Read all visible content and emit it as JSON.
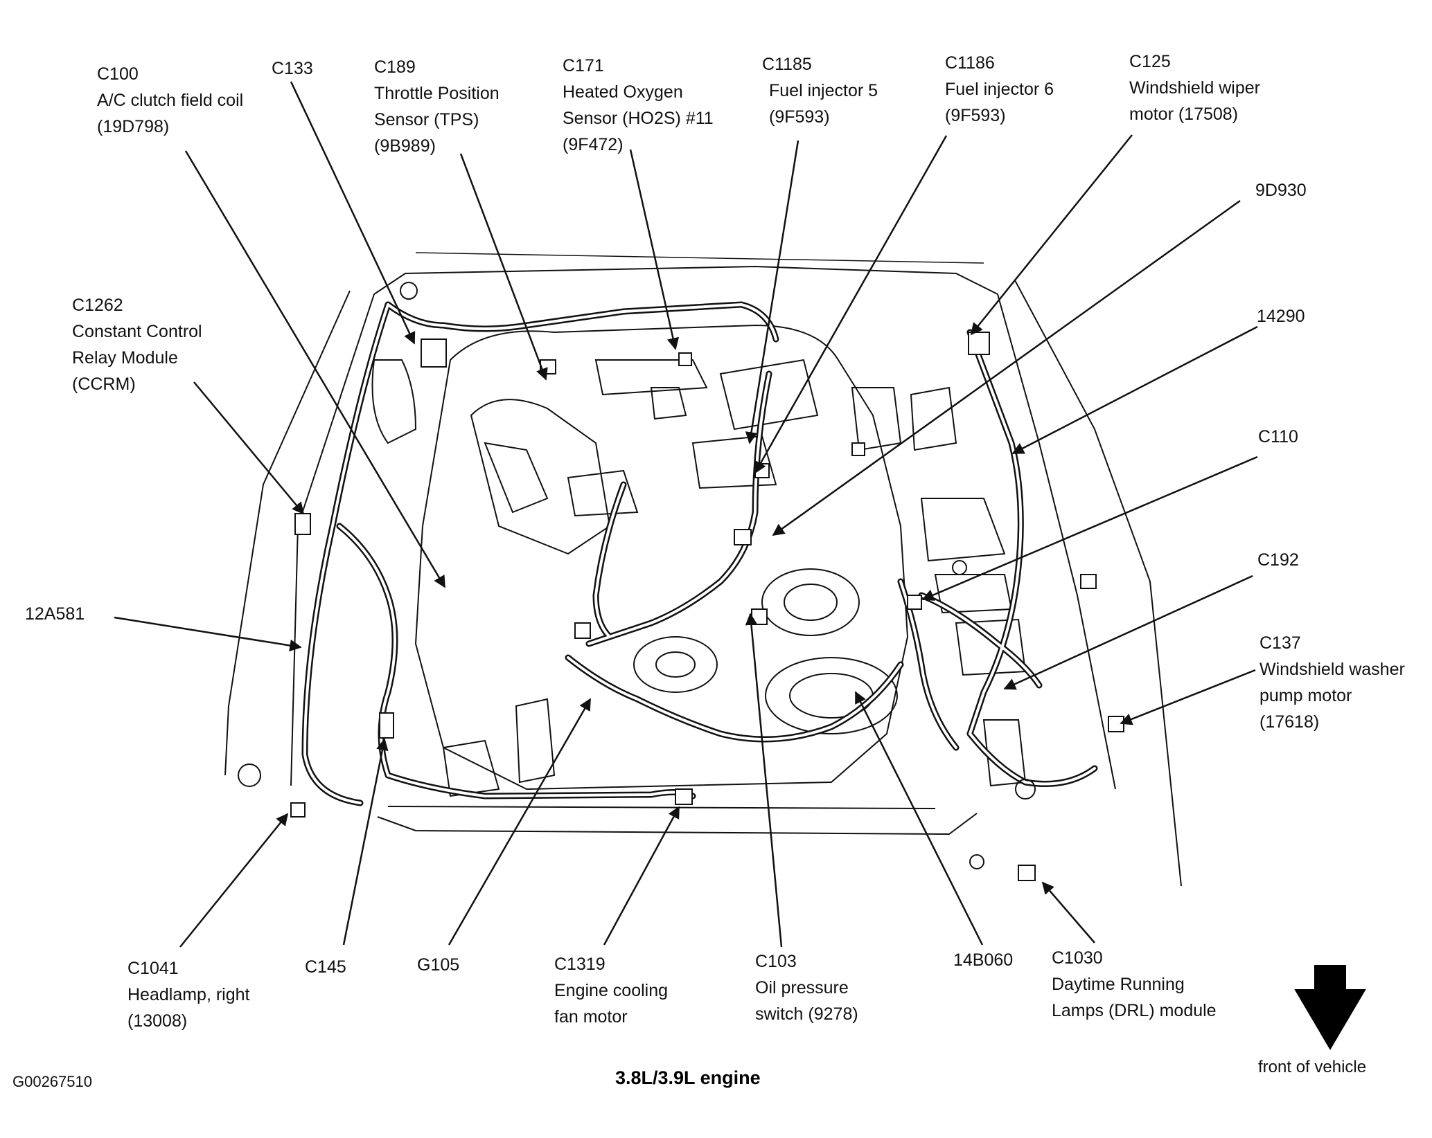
{
  "caption": "3.8L/3.9L engine",
  "figure_id": "G00267510",
  "front_label": "front of vehicle",
  "callouts": {
    "c100": [
      "C100",
      "A/C clutch field coil",
      "(19D798)"
    ],
    "c133": [
      "C133"
    ],
    "c189": [
      "C189",
      "Throttle Position",
      "Sensor (TPS)",
      "(9B989)"
    ],
    "c171": [
      "C171",
      "Heated Oxygen",
      "Sensor (HO2S) #11",
      "(9F472)"
    ],
    "c1185": [
      "C1185",
      "Fuel injector 5",
      "(9F593)"
    ],
    "c1186": [
      "C1186",
      "Fuel injector 6",
      "(9F593)"
    ],
    "c125": [
      "C125",
      "Windshield wiper",
      "motor (17508)"
    ],
    "n9d930": [
      "9D930"
    ],
    "n14290": [
      "14290"
    ],
    "c110": [
      "C110"
    ],
    "c192": [
      "C192"
    ],
    "c137": [
      "C137",
      "Windshield washer",
      "pump motor",
      "(17618)"
    ],
    "c1262": [
      "C1262",
      "Constant Control",
      "Relay Module",
      "(CCRM)"
    ],
    "n12a581": [
      "12A581"
    ],
    "c1041": [
      "C1041",
      "Headlamp, right",
      "(13008)"
    ],
    "c145": [
      "C145"
    ],
    "g105": [
      "G105"
    ],
    "c1319": [
      "C1319",
      "Engine cooling",
      "fan motor"
    ],
    "c103": [
      "C103",
      "Oil pressure",
      "switch (9278)"
    ],
    "n14b060": [
      "14B060"
    ],
    "c1030": [
      "C1030",
      "Daytime Running",
      "Lamps (DRL) module"
    ]
  },
  "colors": {
    "ink": "#111111",
    "background": "#ffffff"
  }
}
